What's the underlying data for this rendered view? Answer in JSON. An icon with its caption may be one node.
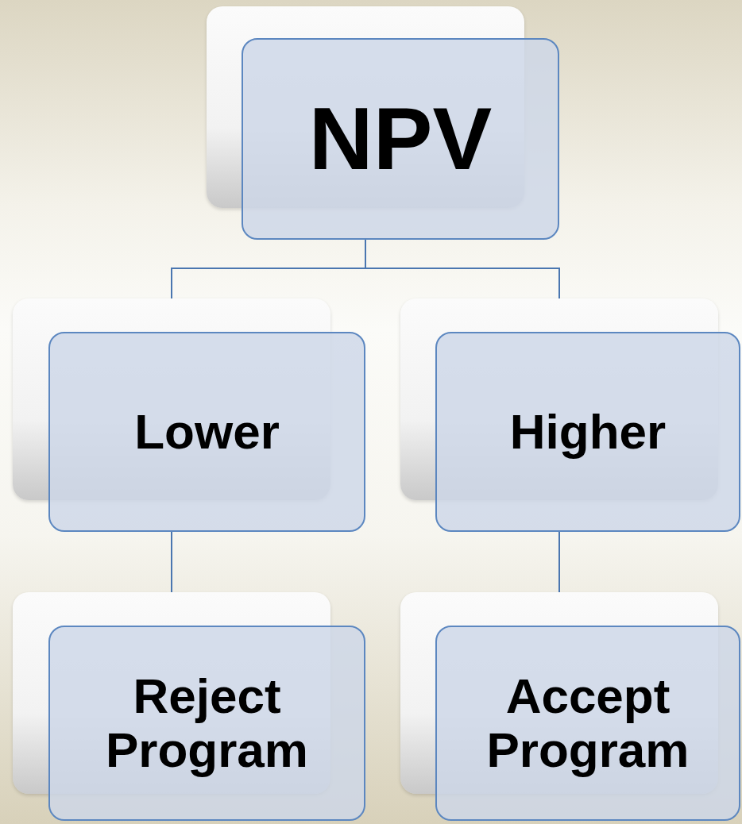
{
  "diagram": {
    "nodes": [
      {
        "text": [
          "NPV"
        ]
      },
      {
        "text": [
          "Lower"
        ]
      },
      {
        "text": [
          "Higher"
        ]
      },
      {
        "text": [
          "Reject Program"
        ]
      },
      {
        "text": [
          "Accept Program"
        ]
      }
    ],
    "edges": [
      {
        "from": 0,
        "to": 1,
        "arrow": "none"
      },
      {
        "from": 0,
        "to": 2,
        "arrow": "none"
      },
      {
        "from": 1,
        "to": 3,
        "arrow": "none"
      },
      {
        "from": 2,
        "to": 4,
        "arrow": "none"
      }
    ]
  }
}
